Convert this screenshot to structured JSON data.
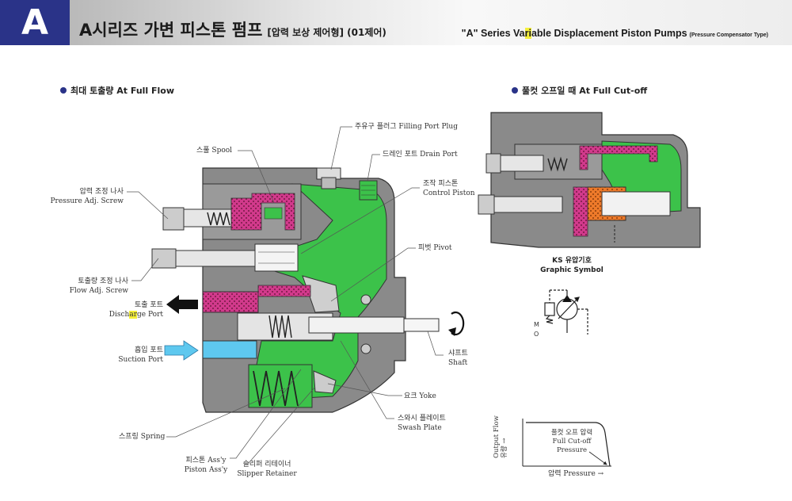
{
  "header": {
    "badge": "A",
    "title_ko": "A시리즈 가변 피스톤 펌프",
    "title_ko_sub": "[압력 보상 제어형] (01제어)",
    "title_en_pre": "\"A\" Series Va",
    "title_en_hl": "ri",
    "title_en_post": "able Displacement Piston Pumps",
    "title_en_sub": "(Pressure Compensator Type)",
    "badge_color": "#2a3388"
  },
  "sections": {
    "full_flow": "최대 토출량  At Full Flow",
    "cut_off": "풀컷 오프일 때  At Full Cut-off"
  },
  "labels": {
    "filling_port_plug": "주유구 플러그  Filling Port Plug",
    "drain_port": "드레인 포트  Drain Port",
    "spool": "스풀  Spool",
    "control_piston_ko": "조작 피스톤",
    "control_piston_en": "Control Piston",
    "pressure_adj_ko": "압력 조정 나사",
    "pressure_adj_en": "Pressure Adj. Screw",
    "pivot": "피벗  Pivot",
    "flow_adj_ko": "토출량 조정 나사",
    "flow_adj_en": "Flow Adj. Screw",
    "discharge_ko": "토출 포트",
    "discharge_en_pre": "Disch",
    "discharge_en_hl": "ar",
    "discharge_en_post": "ge Port",
    "suction_ko": "흡입 포트",
    "suction_en": "Suction Port",
    "shaft_ko": "샤프트",
    "shaft_en": "Shaft",
    "yoke": "요크  Yoke",
    "swash_ko": "스와시 플레이트",
    "swash_en": "Swash Plate",
    "spring": "스프링  Spring",
    "piston_ko": "피스톤 Ass'y",
    "piston_en": "Piston Ass'y",
    "slipper_ko": "슬리퍼 리테이너",
    "slipper_en": "Slipper Retainer"
  },
  "symbol": {
    "title_ko": "KS 유압기호",
    "title_en": "Graphic Symbol",
    "m": "M",
    "o": "O"
  },
  "graph": {
    "y_label_en": "Output Flow",
    "y_label_ko": "유량 →",
    "x_label": "압력  Pressure →",
    "annot_ko": "풀컷 오프 압력",
    "annot_en1": "Full Cut-off",
    "annot_en2": "Pressure"
  },
  "colors": {
    "oil_green": "#3cc24a",
    "pressure_magenta": "#d23a8c",
    "suction_blue": "#5ec8ef",
    "control_orange": "#ee7a2a",
    "casing_gray": "#8a8a8a",
    "highlight": "#f4ef3a"
  }
}
